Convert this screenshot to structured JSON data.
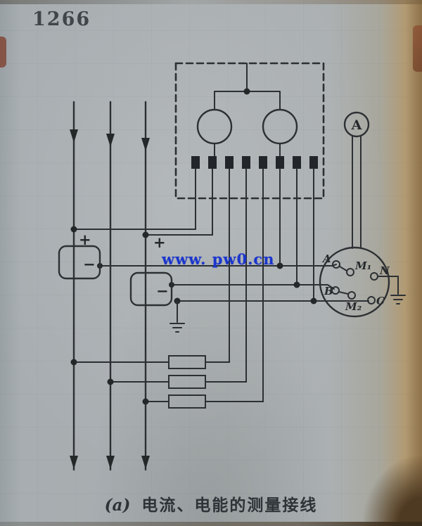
{
  "page": {
    "number": "1266",
    "watermark": "www. pw0.cn",
    "caption_index": "(a)",
    "caption_text": "电流、电能的测量接线"
  },
  "diagram": {
    "ammeter_label": "A",
    "ct1": {
      "plus": "+",
      "minus": "−"
    },
    "ct2": {
      "plus": "+",
      "minus": "−"
    },
    "socket_terminals": [
      {
        "label": "A"
      },
      {
        "label": "M₁"
      },
      {
        "label": "N"
      },
      {
        "label": "B"
      },
      {
        "label": "M₂"
      },
      {
        "label": "C"
      }
    ]
  },
  "colors": {
    "ink": "#2c3033",
    "watermark": "#1b36cc",
    "paper": "#a8aeb1",
    "page_edge": "#8e7148"
  }
}
